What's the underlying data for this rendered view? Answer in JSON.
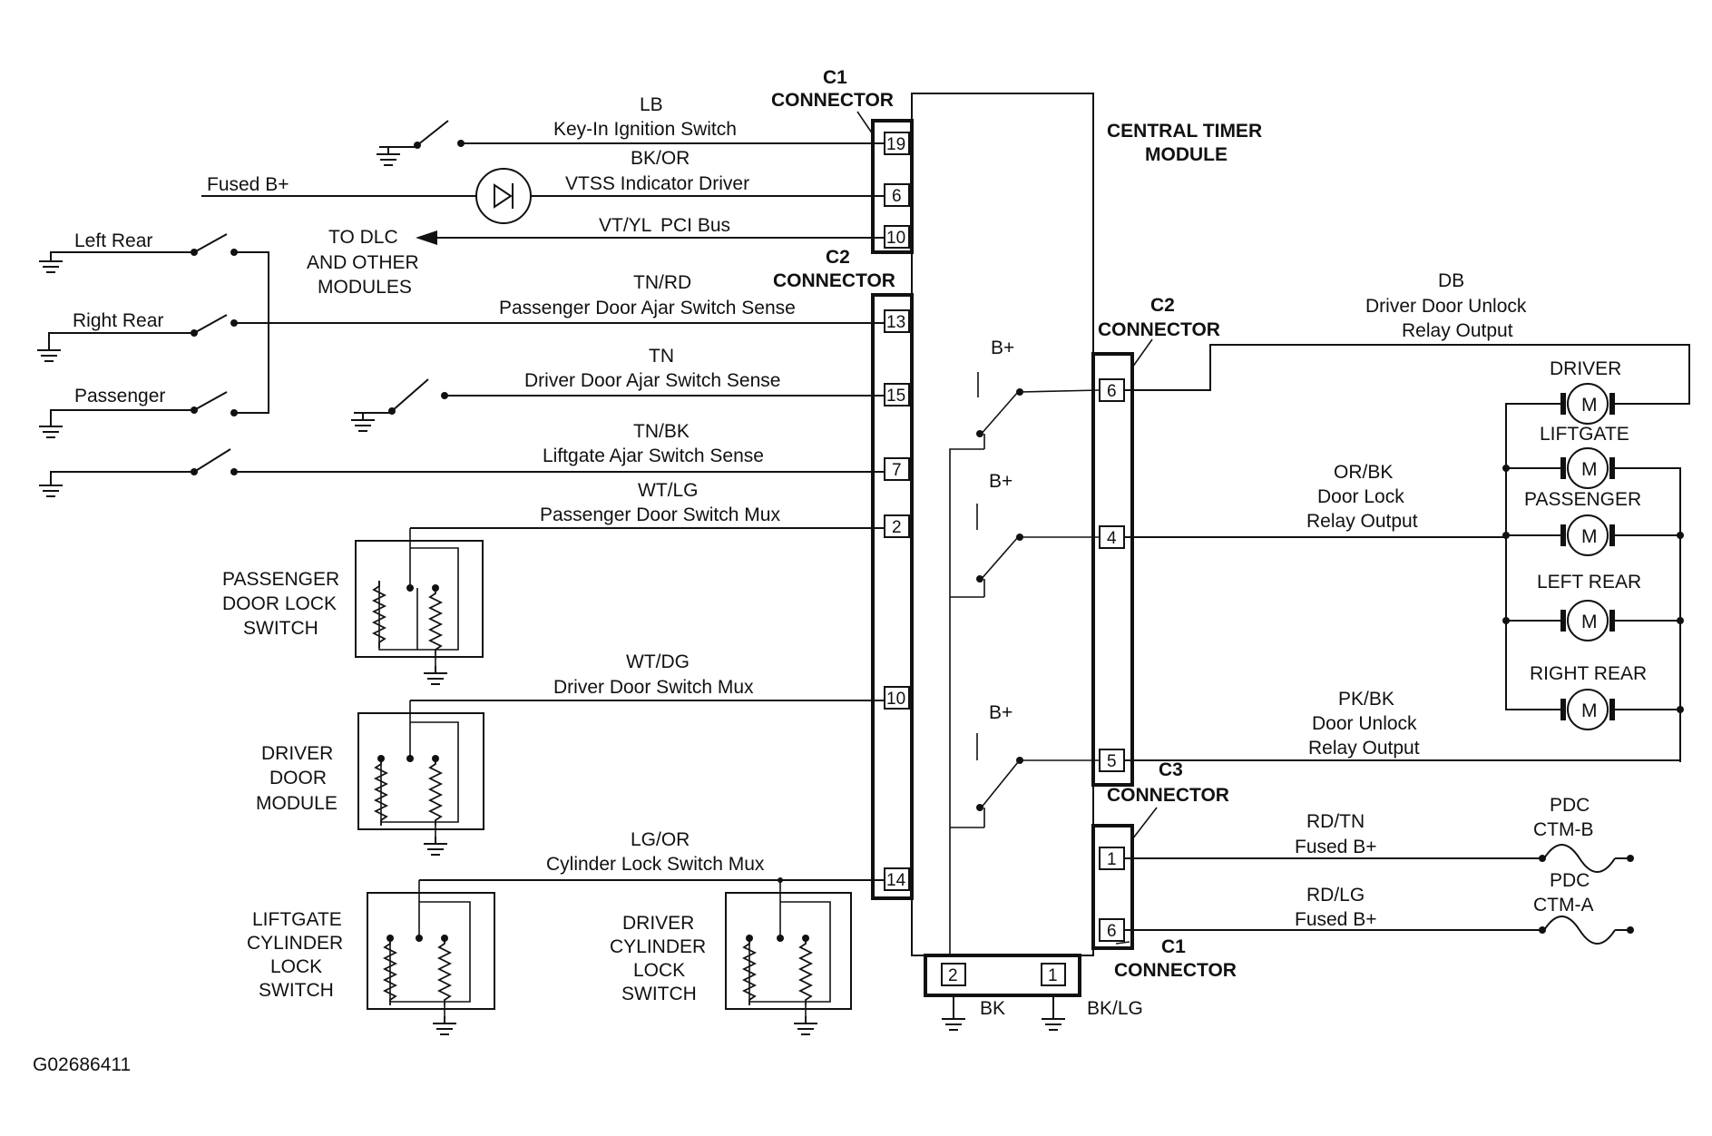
{
  "module": {
    "title_line1": "CENTRAL TIMER",
    "title_line2": "MODULE"
  },
  "connectors": {
    "c1_top": {
      "name": "C1",
      "word": "CONNECTOR"
    },
    "c2_left": {
      "name": "C2",
      "word": "CONNECTOR"
    },
    "c2_right": {
      "name": "C2",
      "word": "CONNECTOR"
    },
    "c3": {
      "name": "C3",
      "word": "CONNECTOR"
    },
    "c1_bottom": {
      "name": "C1",
      "word": "CONNECTOR"
    }
  },
  "left_circuits": {
    "key_in": {
      "color": "LB",
      "label": "Key-In Ignition Switch",
      "pin": "19"
    },
    "vtss": {
      "color": "BK/OR",
      "label": "VTSS Indicator Driver",
      "pin": "6",
      "source": "Fused B+"
    },
    "pci": {
      "color": "VT/YL",
      "label": "PCI Bus",
      "pin": "10",
      "dest_line1": "TO DLC",
      "dest_line2": "AND OTHER",
      "dest_line3": "MODULES"
    },
    "pass_ajar": {
      "color": "TN/RD",
      "label": "Passenger Door Ajar Switch Sense",
      "pin": "13"
    },
    "drv_ajar": {
      "color": "TN",
      "label": "Driver Door Ajar Switch Sense",
      "pin": "15"
    },
    "lift_ajar": {
      "color": "TN/BK",
      "label": "Liftgate Ajar Switch Sense",
      "pin": "7"
    },
    "pass_mux": {
      "color": "WT/LG",
      "label": "Passenger Door Switch Mux",
      "pin": "2"
    },
    "drv_mux": {
      "color": "WT/DG",
      "label": "Driver Door Switch Mux",
      "pin": "10"
    },
    "cyl_mux": {
      "color": "LG/OR",
      "label": "Cylinder Lock Switch Mux",
      "pin": "14"
    }
  },
  "door_switches": {
    "left_rear": "Left Rear",
    "right_rear": "Right Rear",
    "passenger": "Passenger"
  },
  "components": {
    "pass_lock": [
      "PASSENGER",
      "DOOR LOCK",
      "SWITCH"
    ],
    "drv_module": [
      "DRIVER",
      "DOOR",
      "MODULE"
    ],
    "lift_cyl": [
      "LIFTGATE",
      "CYLINDER",
      "LOCK",
      "SWITCH"
    ],
    "drv_cyl": [
      "DRIVER",
      "CYLINDER",
      "LOCK",
      "SWITCH"
    ]
  },
  "relays": {
    "b_plus": "B+"
  },
  "right_circuits": {
    "unlock_driver": {
      "color": "DB",
      "line1": "Driver Door Unlock",
      "line2": "Relay Output",
      "pin": "6"
    },
    "lock": {
      "color": "OR/BK",
      "line1": "Door Lock",
      "line2": "Relay Output",
      "pin": "4"
    },
    "unlock": {
      "color": "PK/BK",
      "line1": "Door Unlock",
      "line2": "Relay Output",
      "pin": "5"
    },
    "fused_b": {
      "color": "RD/TN",
      "label": "Fused B+",
      "pin": "1",
      "fuse_line1": "PDC",
      "fuse_line2": "CTM-B"
    },
    "fused_a": {
      "color": "RD/LG",
      "label": "Fused B+",
      "pin": "6",
      "fuse_line1": "PDC",
      "fuse_line2": "CTM-A"
    }
  },
  "motors": {
    "symbol": "M",
    "driver": "DRIVER",
    "liftgate": "LIFTGATE",
    "passenger": "PASSENGER",
    "left_rear": "LEFT REAR",
    "right_rear": "RIGHT REAR"
  },
  "grounds": {
    "pin2": "2",
    "pin1": "1",
    "bk": "BK",
    "bk_lg": "BK/LG"
  },
  "figure_id": "G02686411"
}
